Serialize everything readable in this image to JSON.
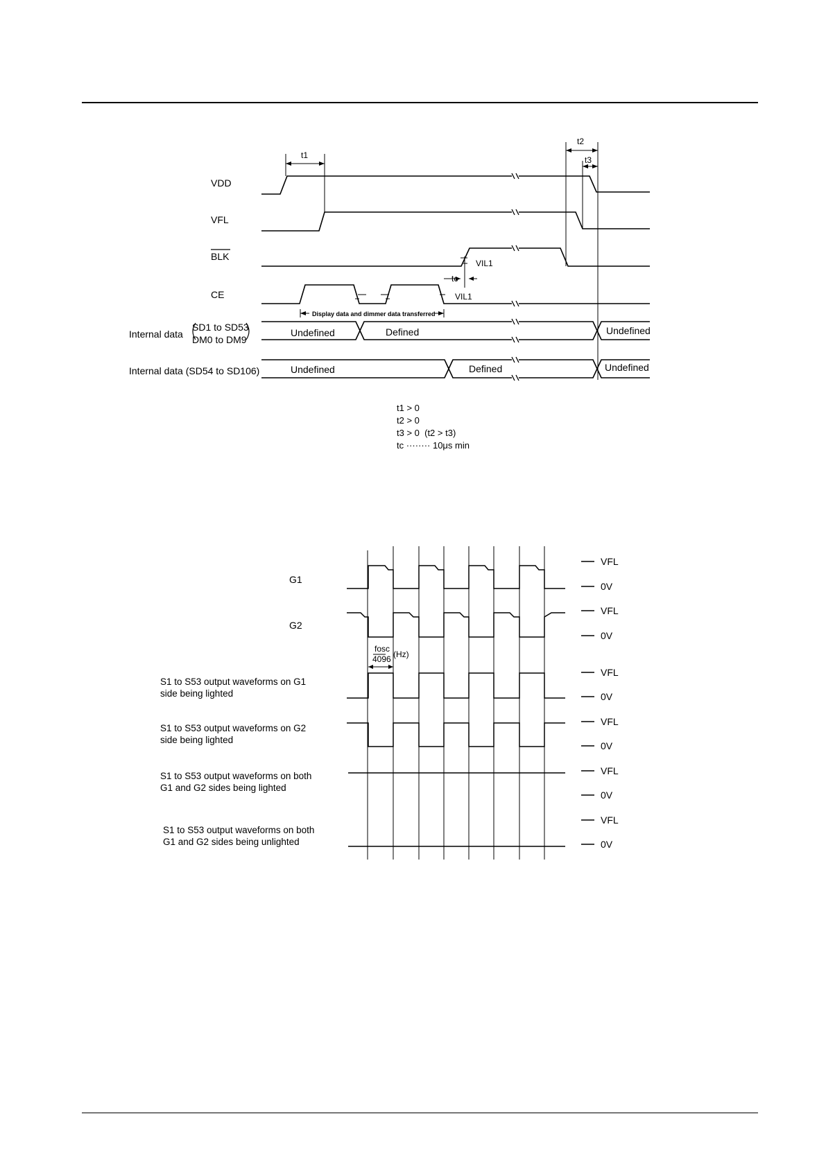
{
  "timing_diagram": {
    "signals": {
      "vdd": "VDD",
      "vfl": "VFL",
      "blk": "BLK",
      "ce": "CE"
    },
    "intervals": {
      "t1": "t1",
      "t2": "t2",
      "t3": "t3",
      "tc": "tc"
    },
    "vil1": "VIL1",
    "transfer_note": "Display data and dimmer data transferred",
    "internal_data_label": "Internal data",
    "bus1_line1": "SD1 to SD53",
    "bus1_line2": "DM0 to DM9",
    "bus2_label": "Internal data (SD54 to SD106)",
    "state_undefined": "Undefined",
    "state_defined": "Defined"
  },
  "conditions": [
    "t1 > 0",
    "t2 > 0",
    "t3 > 0  (t2 > t3)",
    "tc ········ 10μs min"
  ],
  "waveform_diagram": {
    "g1": "G1",
    "g2": "G2",
    "freq_num": "fosc",
    "freq_den": "4096",
    "freq_unit": "(Hz)",
    "levels": {
      "vfl": "VFL",
      "zero": "0V"
    },
    "rows": [
      {
        "line1": "S1 to S53 output waveforms on G1",
        "line2": "side being lighted"
      },
      {
        "line1": "S1 to S53 output waveforms on G2",
        "line2": "side being lighted"
      },
      {
        "line1": "S1 to S53 output waveforms on both",
        "line2": "G1 and G2 sides being lighted"
      },
      {
        "line1": "S1 to S53 output waveforms on both",
        "line2": "G1 and G2 sides being unlighted"
      }
    ]
  }
}
